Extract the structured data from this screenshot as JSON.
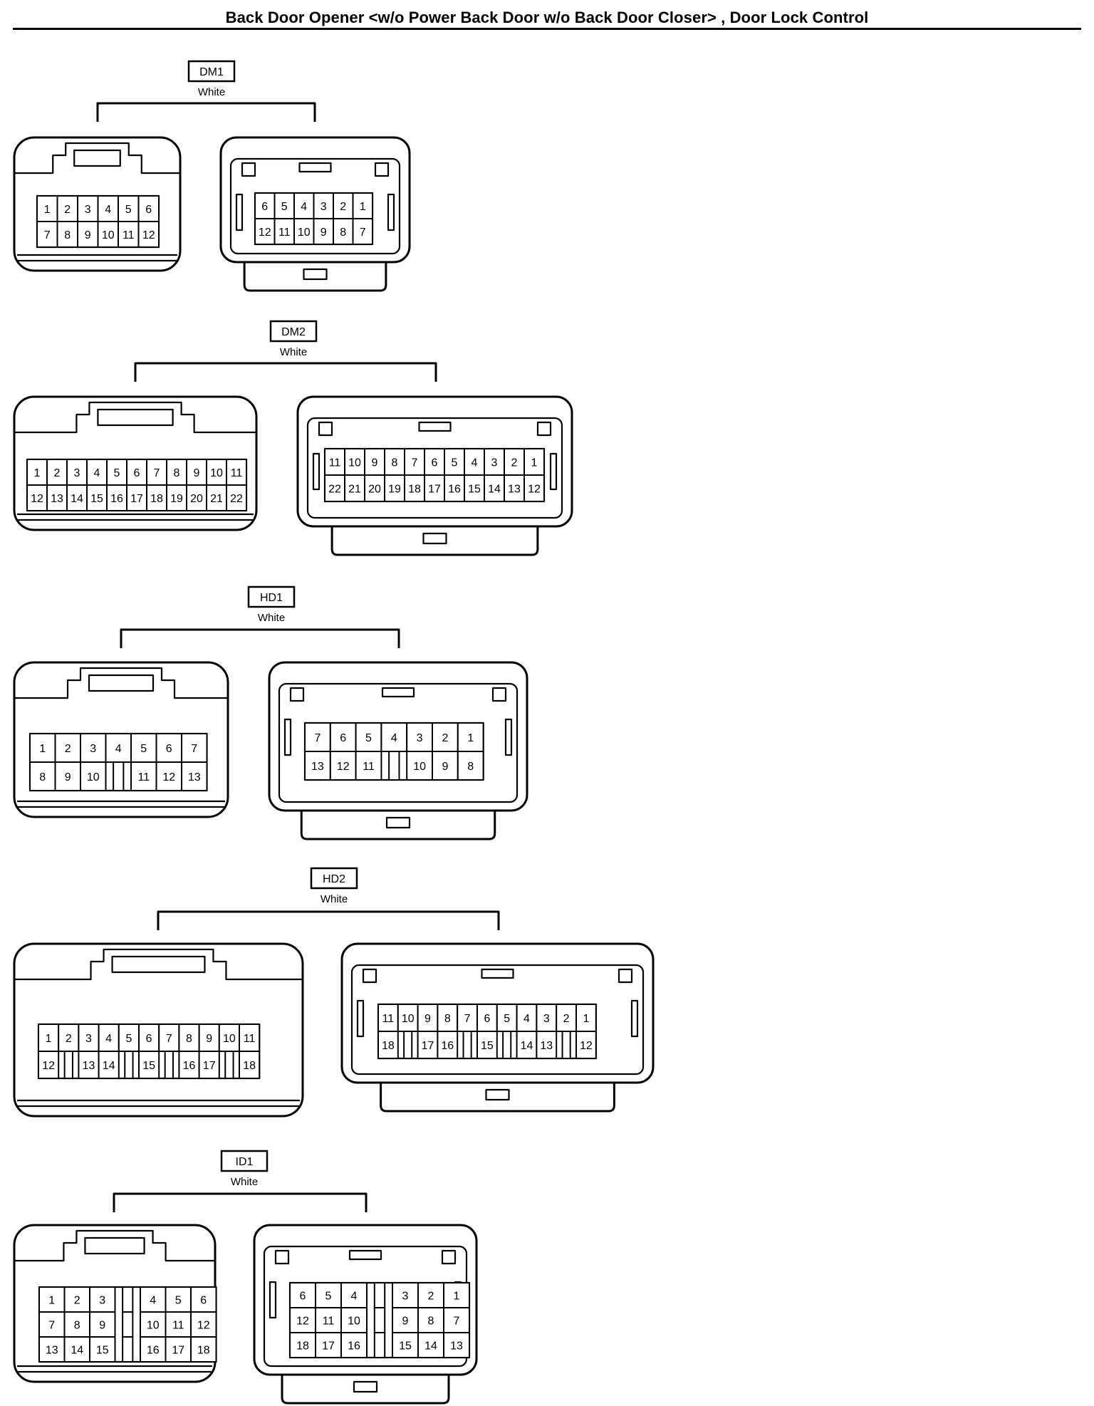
{
  "title": "Back Door Opener <w/o Power Back Door w/o Back Door Closer> , Door Lock Control",
  "connectors": [
    {
      "id": "DM1",
      "color": "White",
      "female": {
        "rows": [
          [
            "1",
            "2",
            "3",
            "4",
            "5",
            "6"
          ],
          [
            "7",
            "8",
            "9",
            "10",
            "11",
            "12"
          ]
        ]
      },
      "male": {
        "rows": [
          [
            "6",
            "5",
            "4",
            "3",
            "2",
            "1"
          ],
          [
            "12",
            "11",
            "10",
            "9",
            "8",
            "7"
          ]
        ]
      }
    },
    {
      "id": "DM2",
      "color": "White",
      "female": {
        "rows": [
          [
            "1",
            "2",
            "3",
            "4",
            "5",
            "6",
            "7",
            "8",
            "9",
            "10",
            "11"
          ],
          [
            "12",
            "13",
            "14",
            "15",
            "16",
            "17",
            "18",
            "19",
            "20",
            "21",
            "22"
          ]
        ]
      },
      "male": {
        "rows": [
          [
            "11",
            "10",
            "9",
            "8",
            "7",
            "6",
            "5",
            "4",
            "3",
            "2",
            "1"
          ],
          [
            "22",
            "21",
            "20",
            "19",
            "18",
            "17",
            "16",
            "15",
            "14",
            "13",
            "12"
          ]
        ]
      }
    },
    {
      "id": "HD1",
      "color": "White",
      "female": {
        "rows": [
          [
            "1",
            "2",
            "3",
            "4",
            "5",
            "6",
            "7"
          ],
          [
            "8",
            "9",
            "10",
            "",
            "11",
            "12",
            "13"
          ]
        ]
      },
      "male": {
        "rows": [
          [
            "7",
            "6",
            "5",
            "4",
            "3",
            "2",
            "1"
          ],
          [
            "13",
            "12",
            "11",
            "",
            "10",
            "9",
            "8"
          ]
        ]
      }
    },
    {
      "id": "HD2",
      "color": "White",
      "female": {
        "rows": [
          [
            "1",
            "2",
            "3",
            "4",
            "5",
            "6",
            "7",
            "8",
            "9",
            "10",
            "11"
          ],
          [
            "12",
            "",
            "13",
            "14",
            "",
            "15",
            "",
            "16",
            "17",
            "",
            "18"
          ]
        ]
      },
      "male": {
        "rows": [
          [
            "11",
            "10",
            "9",
            "8",
            "7",
            "6",
            "5",
            "4",
            "3",
            "2",
            "1"
          ],
          [
            "18",
            "",
            "17",
            "16",
            "",
            "15",
            "",
            "14",
            "13",
            "",
            "12"
          ]
        ]
      }
    },
    {
      "id": "ID1",
      "color": "White",
      "female": {
        "rows": [
          [
            "1",
            "2",
            "3",
            "",
            "4",
            "5",
            "6"
          ],
          [
            "7",
            "8",
            "9",
            "",
            "10",
            "11",
            "12"
          ],
          [
            "13",
            "14",
            "15",
            "",
            "16",
            "17",
            "18"
          ]
        ]
      },
      "male": {
        "rows": [
          [
            "6",
            "5",
            "4",
            "",
            "3",
            "2",
            "1"
          ],
          [
            "12",
            "11",
            "10",
            "",
            "9",
            "8",
            "7"
          ],
          [
            "18",
            "17",
            "16",
            "",
            "15",
            "14",
            "13"
          ]
        ]
      }
    }
  ]
}
